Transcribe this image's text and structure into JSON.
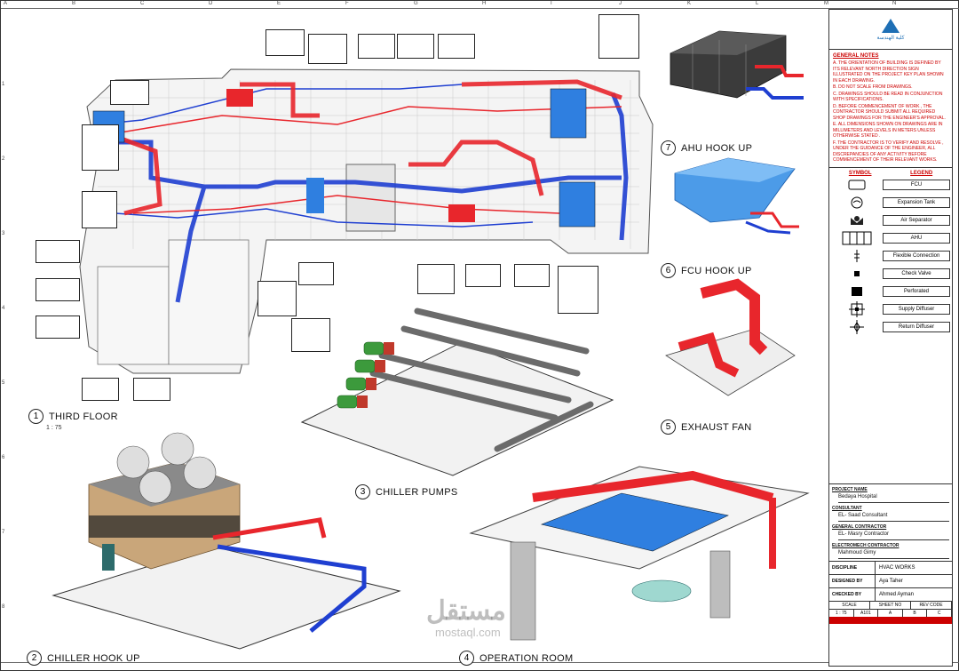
{
  "sheet": {
    "grid_letters": [
      "A",
      "B",
      "C",
      "D",
      "E",
      "F",
      "G",
      "H",
      "I",
      "J",
      "K",
      "L",
      "M",
      "N"
    ],
    "grid_numbers": [
      "1",
      "2",
      "3",
      "4",
      "5",
      "6",
      "7",
      "8"
    ]
  },
  "views": {
    "third_floor": {
      "number": "1",
      "title": "THIRD FLOOR",
      "scale": "1 : 75"
    },
    "chiller_hook_up": {
      "number": "2",
      "title": "CHILLER HOOK UP"
    },
    "chiller_pumps": {
      "number": "3",
      "title": "CHILLER PUMPS"
    },
    "operation_room": {
      "number": "4",
      "title": "OPERATION ROOM"
    },
    "exhaust_fan": {
      "number": "5",
      "title": "EXHAUST FAN"
    },
    "fcu_hook_up": {
      "number": "6",
      "title": "FCU HOOK UP"
    },
    "ahu_hook_up": {
      "number": "7",
      "title": "AHU HOOK UP"
    }
  },
  "title_block": {
    "logo_text": "كلية الهندسة",
    "general_notes_title": "GENERAL NOTES",
    "notes": [
      "A. THE ORIENTATION OF BUILDING IS DEFINED BY ITS RELEVANT NORTH DIRECTION SIGN ILLUSTRATED ON THE PROJECT KEY PLAN SHOWN IN EACH DRAWING.",
      "B. DO NOT SCALE FROM DRAWINGS.",
      "C. DRAWINGS SHOULD BE READ IN CONJUNCTION WITH SPECIFICATIONS.",
      "D. BEFORE COMMENCEMENT OF WORK , THE CONTRACTOR SHOULD SUBMIT ALL REQUIRED SHOP DRAWINGS FOR THE ENGINEER'S APPROVAL.",
      "E. ALL DIMENSIONS SHOWN ON DRAWINGS ARE IN MILLIMETERS AND LEVELS IN METERS UNLESS OTHERWISE STATED .",
      "F. THE CONTRACTOR IS TO VERIFY AND RESOLVE , UNDER THE GUIDANCE OF THE ENGINEER, ALL DISCREPANCIES OF ANY ACTIVITY BEFORE COMMENCEMENT OF THEIR RELEVANT WORKS."
    ],
    "symbol_header": "SYMBOL",
    "legend_header": "LEGEND",
    "legend": [
      {
        "icon": "fcu-symbol-icon",
        "label": "FCU"
      },
      {
        "icon": "expansion-tank-symbol-icon",
        "label": "Expansion Tank"
      },
      {
        "icon": "air-separator-symbol-icon",
        "label": "Air Separator"
      },
      {
        "icon": "ahu-symbol-icon",
        "label": "AHU"
      },
      {
        "icon": "flexible-connection-symbol-icon",
        "label": "Flexible Connection"
      },
      {
        "icon": "check-valve-symbol-icon",
        "label": "Check Valve"
      },
      {
        "icon": "perforated-symbol-icon",
        "label": "Perforated"
      },
      {
        "icon": "supply-diffuser-symbol-icon",
        "label": "Supply Diffuser"
      },
      {
        "icon": "return-diffuser-symbol-icon",
        "label": "Return Diffuser"
      }
    ],
    "project_name_label": "PROJECT NAME",
    "project_name": "Bedaya Hospital",
    "consultant_label": "CONSULTANT",
    "consultant": "EL- Saad Consultant",
    "general_contractor_label": "GENERAL CONTRACTOR",
    "general_contractor": "EL- Masry Contractor",
    "electromech_contractor_label": "ELECTROMECH CONTRACTOR",
    "electromech_contractor": "Mahmoud Gimy",
    "discipline_label": "DISCIPLINE",
    "discipline": "HVAC WORKS",
    "designed_by_label": "DESIGNED BY",
    "designed_by": "Aya Taher",
    "checked_by_label": "CHECKED BY",
    "checked_by": "Ahmed Ayman",
    "table_headers": [
      "SCALE",
      "SHEET NO",
      "REV CODE"
    ],
    "table_values": [
      "1 : 75",
      "A101",
      "A",
      "B",
      "C"
    ]
  },
  "watermark": {
    "arabic": "مستقل",
    "latin": "mostaql.com"
  },
  "colors": {
    "supply": "#e8262c",
    "return": "#1f3fd1",
    "duct_blue": "#2f7fe0",
    "note_red": "#cc0000"
  }
}
